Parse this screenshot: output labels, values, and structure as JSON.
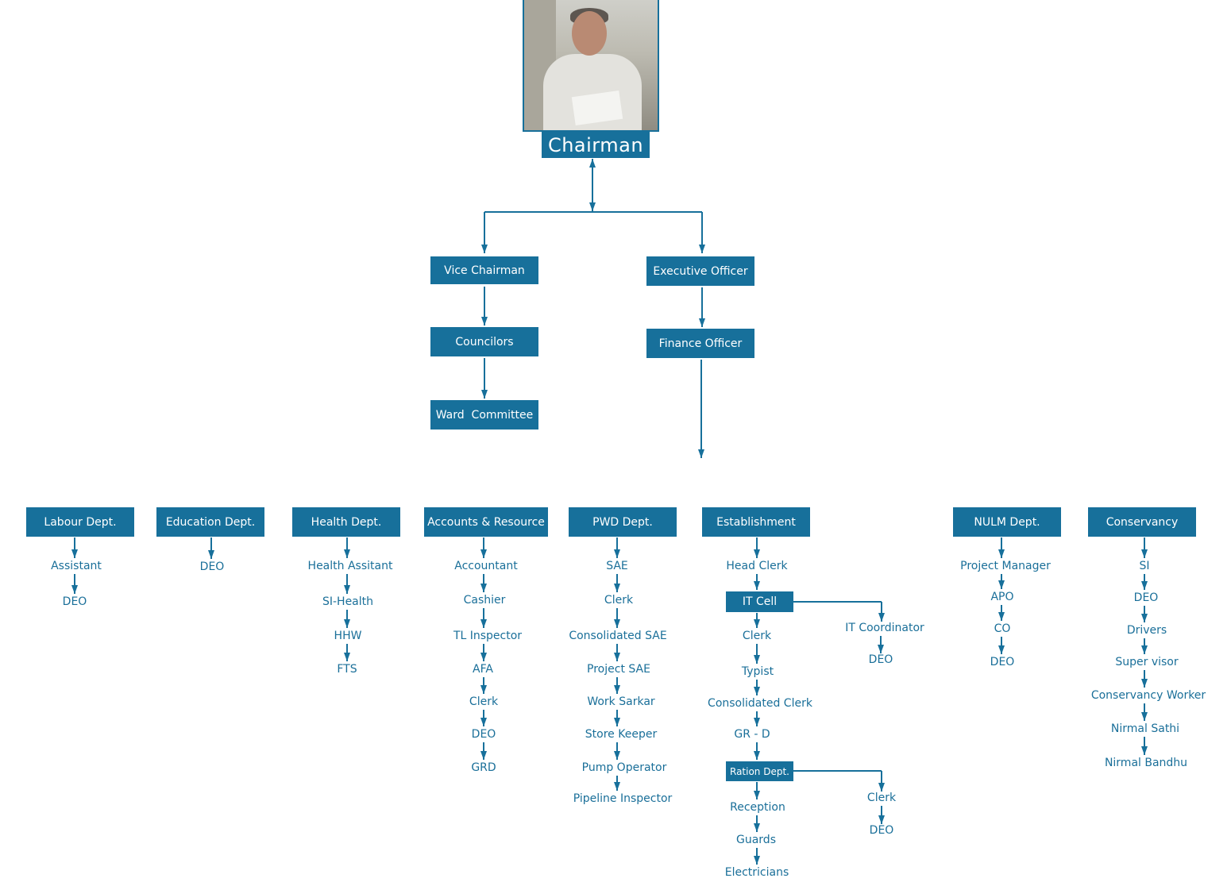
{
  "top": {
    "title": "Chairman",
    "photo_alt": "chairman-photo"
  },
  "mid": {
    "vice_chairman": "Vice Chairman",
    "councilors": "Councilors",
    "ward_committee": "Ward  Committee",
    "executive_officer": "Executive Officer",
    "finance_officer": "Finance Officer"
  },
  "departments": [
    {
      "id": "labour",
      "title": "Labour Dept.",
      "items": [
        "Assistant",
        "DEO"
      ]
    },
    {
      "id": "education",
      "title": "Education Dept.",
      "items": [
        "DEO"
      ]
    },
    {
      "id": "health",
      "title": "Health Dept.",
      "items": [
        "Health Assitant",
        "SI-Health",
        "HHW",
        "FTS"
      ]
    },
    {
      "id": "accounts",
      "title": "Accounts & Resource",
      "items": [
        "Accountant",
        "Cashier",
        "TL Inspector",
        "AFA",
        "Clerk",
        "DEO",
        "GRD"
      ]
    },
    {
      "id": "pwd",
      "title": "PWD Dept.",
      "items": [
        "SAE",
        "Clerk",
        "Consolidated SAE",
        "Project SAE",
        "Work Sarkar",
        "Store Keeper",
        "Pump Operator",
        "Pipeline Inspector"
      ]
    },
    {
      "id": "establishment",
      "title": "Establishment",
      "items": [
        "Head Clerk",
        "IT Cell",
        "Clerk",
        "Typist",
        "Consolidated Clerk",
        "GR - D",
        "Ration Dept.",
        "Reception",
        "Guards",
        "Electricians"
      ],
      "it_cell_branch": [
        "IT Coordinator",
        "DEO"
      ],
      "ration_branch": [
        "Clerk",
        "DEO"
      ]
    },
    {
      "id": "nulm",
      "title": "NULM Dept.",
      "items": [
        "Project Manager",
        "APO",
        "CO",
        "DEO"
      ]
    },
    {
      "id": "conservancy",
      "title": "Conservancy",
      "items": [
        "SI",
        "DEO",
        "Drivers",
        "Super visor",
        "Conservancy Worker",
        "Nirmal Sathi",
        "Nirmal Bandhu"
      ]
    }
  ],
  "colors": {
    "box": "#17709b",
    "text_on_box": "#ffffff",
    "label": "#1a6f99",
    "line": "#17709b"
  }
}
